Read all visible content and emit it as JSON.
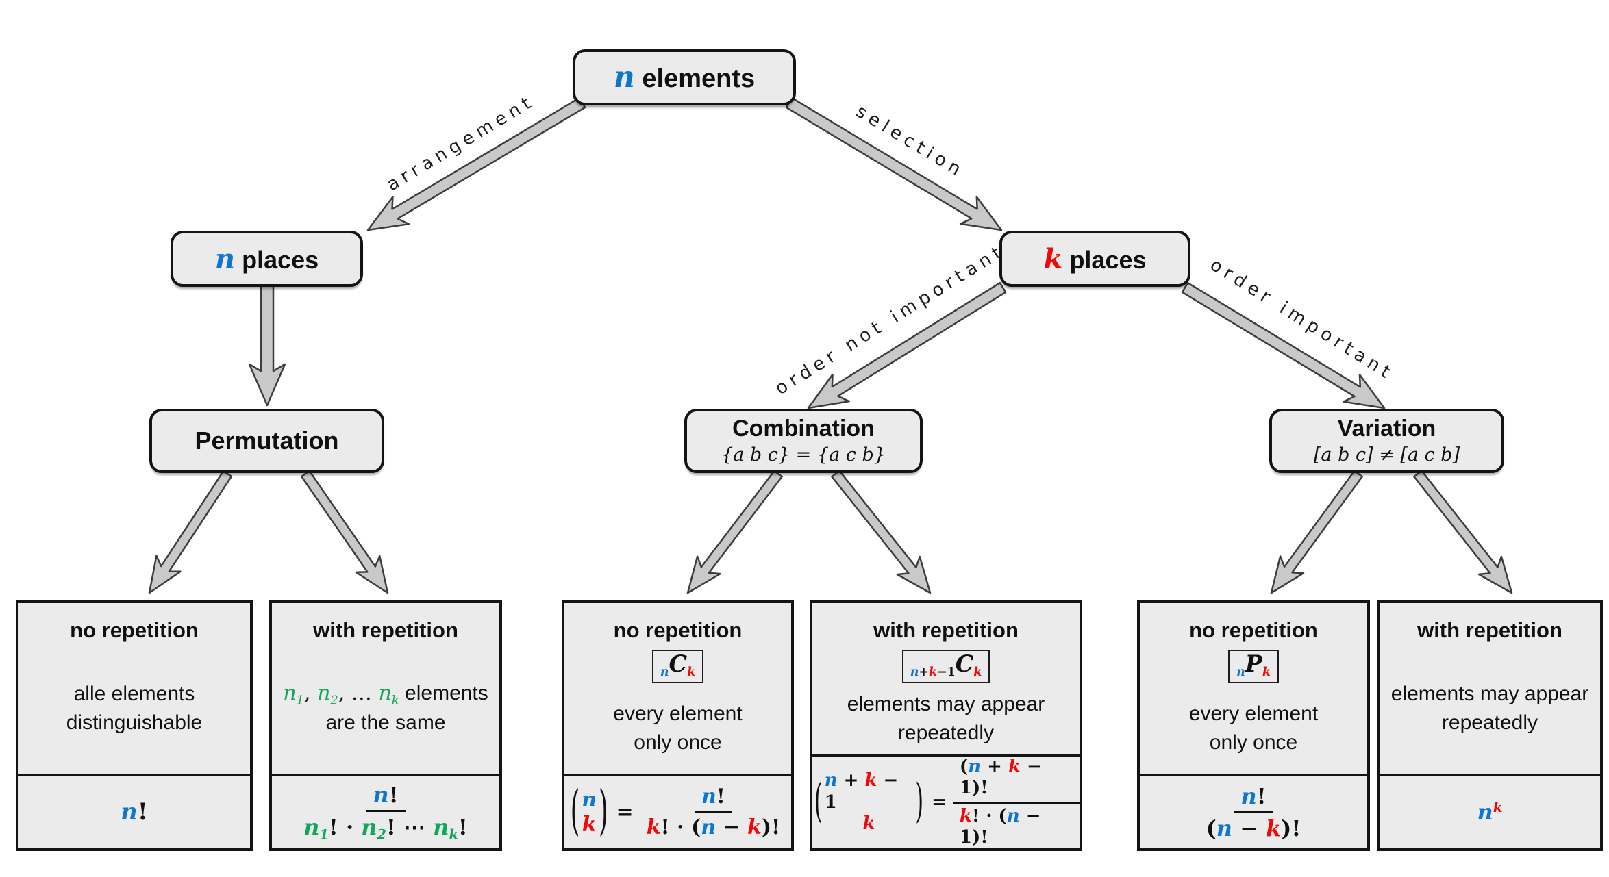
{
  "palette": {
    "blue": "#0f76d0",
    "red": "#f40606",
    "green": "#12a65a",
    "box_fill": "#ebebeb",
    "box_border": "#141414",
    "arrow_fill": "#c9c9c9",
    "arrow_stroke": "#3d3d3d",
    "label_color": "#1c1c1c"
  },
  "symbols": {
    "lparen": "(",
    "rparen": ")",
    "eq": "="
  },
  "nodes": {
    "root": {
      "var": "n",
      "label": "elements"
    },
    "n_places": {
      "var": "n",
      "label": "places"
    },
    "k_places": {
      "var": "k",
      "label": "places"
    },
    "permutation": {
      "title": "Permutation"
    },
    "combination": {
      "title": "Combination",
      "subtitle": "{a b c} = {a c b}"
    },
    "variation": {
      "title": "Variation",
      "subtitle": "[a b c] ≠ [a c b]"
    }
  },
  "edges": {
    "arrangement": "arrangement",
    "selection": "selection",
    "order_not_important": "order not important",
    "order_important": "order important"
  },
  "leaves": {
    "perm_no_rep": {
      "title": "no repetition",
      "desc1": "alle elements",
      "desc2": "distinguishable",
      "formula": [
        {
          "t": "n",
          "c": "b"
        },
        {
          "t": "!"
        }
      ]
    },
    "perm_with_rep": {
      "title": "with repetition",
      "desc1_segments": [
        {
          "t": "n",
          "c": "g"
        },
        {
          "t": "1",
          "c": "g",
          "sub": 1
        },
        {
          "t": ", "
        },
        {
          "t": "n",
          "c": "g"
        },
        {
          "t": "2",
          "c": "g",
          "sub": 1
        },
        {
          "t": ", … "
        },
        {
          "t": "n",
          "c": "g"
        },
        {
          "t": "k",
          "c": "g",
          "sub": 1
        },
        {
          "t": " elements",
          "sans": 1
        }
      ],
      "desc2": "are the same",
      "frac_num": [
        {
          "t": "n",
          "c": "b"
        },
        {
          "t": "!"
        }
      ],
      "frac_den": [
        {
          "t": "n",
          "c": "g"
        },
        {
          "t": "1",
          "c": "g",
          "sub": 1
        },
        {
          "t": "! · "
        },
        {
          "t": "n",
          "c": "g"
        },
        {
          "t": "2",
          "c": "g",
          "sub": 1
        },
        {
          "t": "! ⋯ "
        },
        {
          "t": "n",
          "c": "g"
        },
        {
          "t": "k",
          "c": "g",
          "sub": 1
        },
        {
          "t": "!"
        }
      ]
    },
    "comb_no_rep": {
      "title": "no repetition",
      "badge": [
        {
          "t": "n",
          "c": "b",
          "sub": 1
        },
        {
          "t": "C",
          "big": 1
        },
        {
          "t": "k",
          "c": "r",
          "sub": 1
        }
      ],
      "desc1": "every element",
      "desc2": "only once",
      "binom_top": [
        {
          "t": "n",
          "c": "b"
        }
      ],
      "binom_bottom": [
        {
          "t": "k",
          "c": "r"
        }
      ],
      "frac_num": [
        {
          "t": "n",
          "c": "b"
        },
        {
          "t": "!"
        }
      ],
      "frac_den": [
        {
          "t": "k",
          "c": "r"
        },
        {
          "t": "! · ("
        },
        {
          "t": "n",
          "c": "b"
        },
        {
          "t": " − "
        },
        {
          "t": "k",
          "c": "r"
        },
        {
          "t": ")!"
        }
      ]
    },
    "comb_with_rep": {
      "title": "with repetition",
      "badge": [
        {
          "t": "n",
          "c": "b",
          "sub": 1
        },
        {
          "t": "+",
          "sub": 1
        },
        {
          "t": "k",
          "c": "r",
          "sub": 1
        },
        {
          "t": "−1",
          "sub": 1
        },
        {
          "t": "C",
          "big": 1
        },
        {
          "t": "k",
          "c": "r",
          "sub": 1
        }
      ],
      "desc1": "elements may appear",
      "desc2": "repeatedly",
      "binom_top": [
        {
          "t": "n",
          "c": "b"
        },
        {
          "t": " + "
        },
        {
          "t": "k",
          "c": "r"
        },
        {
          "t": " − 1"
        }
      ],
      "binom_bottom": [
        {
          "t": "k",
          "c": "r"
        }
      ],
      "frac_num": [
        {
          "t": "("
        },
        {
          "t": "n",
          "c": "b"
        },
        {
          "t": " + "
        },
        {
          "t": "k",
          "c": "r"
        },
        {
          "t": " − 1"
        },
        {
          "t": ")!"
        }
      ],
      "frac_den": [
        {
          "t": "k",
          "c": "r"
        },
        {
          "t": "! · ("
        },
        {
          "t": "n",
          "c": "b"
        },
        {
          "t": " − 1"
        },
        {
          "t": ")!"
        }
      ]
    },
    "var_no_rep": {
      "title": "no repetition",
      "badge": [
        {
          "t": "n",
          "c": "b",
          "sub": 1
        },
        {
          "t": "P",
          "big": 1
        },
        {
          "t": "k",
          "c": "r",
          "sub": 1
        }
      ],
      "desc1": "every element",
      "desc2": "only once",
      "frac_num": [
        {
          "t": "n",
          "c": "b"
        },
        {
          "t": "!"
        }
      ],
      "frac_den": [
        {
          "t": "("
        },
        {
          "t": "n",
          "c": "b"
        },
        {
          "t": " − "
        },
        {
          "t": "k",
          "c": "r"
        },
        {
          "t": ")!"
        }
      ]
    },
    "var_with_rep": {
      "title": "with repetition",
      "desc1": "elements may appear",
      "desc2": "repeatedly",
      "formula": [
        {
          "t": "n",
          "c": "b"
        },
        {
          "t": "k",
          "c": "r",
          "sup": 1
        }
      ]
    }
  }
}
